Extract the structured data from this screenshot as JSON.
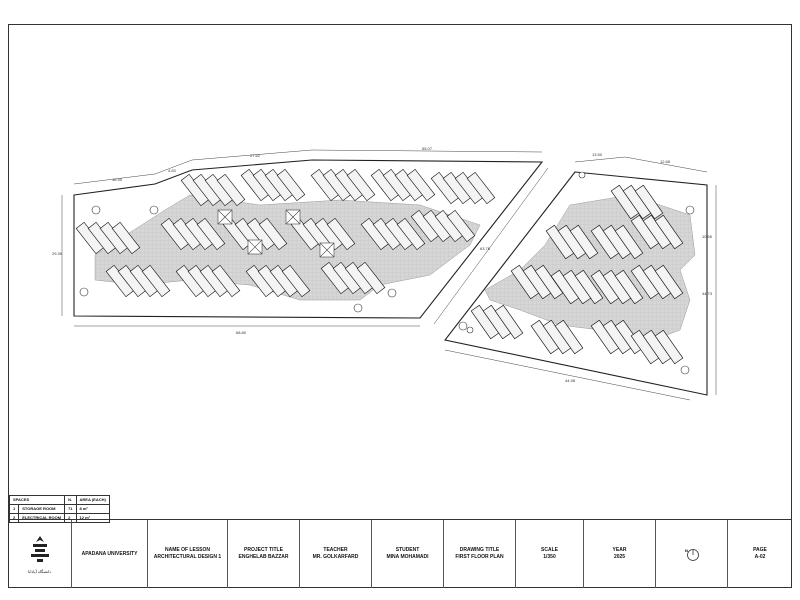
{
  "dimensions": {
    "left_top_a": "18.40",
    "left_top_b": "4.63",
    "left_top_c": "27.62",
    "left_top_d": "55.07",
    "left_side": "29.39",
    "left_bottom": "68.80",
    "diagonal": "63.76",
    "right_top_a": "13.50",
    "right_top_b": "12.68",
    "right_side_a": "10.55",
    "right_side_b": "44.73",
    "right_bottom": "44.98"
  },
  "spaces_table": {
    "headers": [
      "SPACES",
      "N.",
      "AREA (EACH)"
    ],
    "rows": [
      {
        "num": "1",
        "name": "STORAGE ROOM",
        "n": "71",
        "area": "8 m²"
      },
      {
        "num": "2",
        "name": "ELECTRICAL ROOM",
        "n": "2",
        "area": "12 m²"
      }
    ]
  },
  "title_block": {
    "logo_text": "دانشگاه آپادانا",
    "university": "APADANA UNIVERSITY",
    "lesson_label": "NAME OF LESSON",
    "lesson_value": "ARCHITECTURAL DESIGN 1",
    "project_label": "PROJECT TITLE",
    "project_value": "ENGHELAB BAZZAR",
    "teacher_label": "TEACHER",
    "teacher_value": "MR. GOLKARFARD",
    "student_label": "STUDENT",
    "student_value": "MINA MOHAMADI",
    "drawing_label": "DRAWING TITLE",
    "drawing_value": "FIRST FLOOR PLAN",
    "scale_label": "SCALE",
    "scale_value": "1/350",
    "year_label": "YEAR",
    "year_value": "2025",
    "north_label": "N",
    "page_label": "PAGE",
    "page_value": "A-02"
  }
}
